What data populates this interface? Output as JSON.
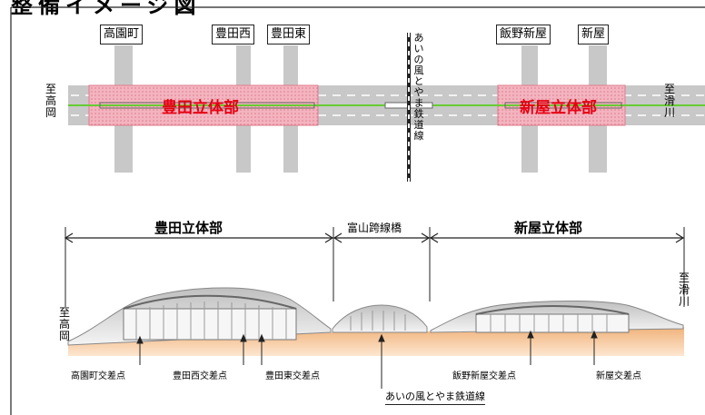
{
  "header": {
    "title": "整備イメージ図"
  },
  "plan": {
    "top_labels": [
      "高園町",
      "豊田西",
      "豊田東",
      "飯野新屋",
      "新屋"
    ],
    "left_direction": "至高岡",
    "right_direction": "至滑川",
    "railway": "あいの風とやま鉄道線",
    "sections": [
      "豊田立体部",
      "新屋立体部"
    ]
  },
  "profile": {
    "sections": [
      "豊田立体部",
      "富山跨線橋",
      "新屋立体部"
    ],
    "left_direction": "至高岡",
    "right_direction": "至滑川",
    "points": [
      "高園町交差点",
      "豊田西交差点",
      "豊田東交差点",
      "飯野新屋交差点",
      "新屋交差点"
    ],
    "railway": "あいの風とやま鉄道線"
  },
  "colors": {
    "red_text": "#e60012",
    "section_fill": "#f5b7c0",
    "ground": "#e8a264",
    "road": "#c8c8c8",
    "centerline": "#66cc33"
  }
}
